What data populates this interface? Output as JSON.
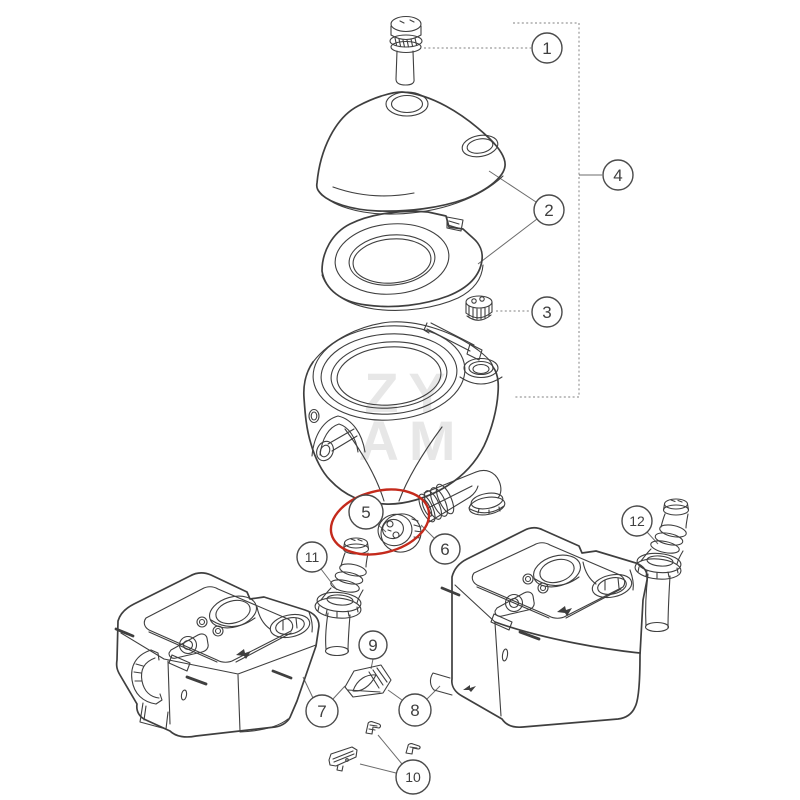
{
  "diagram": {
    "kind": "exploded parts diagram",
    "watermark": {
      "line1": "ZY",
      "line2": "AM"
    },
    "colors": {
      "background": "#ffffff",
      "line_art": "#3f3f3f",
      "leader_line": "#6b6b6b",
      "bracket_dotted": "#9a9a9a",
      "highlight_red": "#c42a1c",
      "watermark_gray": "#e7e7e7"
    },
    "highlighted_callout": "5",
    "callouts": [
      {
        "label": "1"
      },
      {
        "label": "2"
      },
      {
        "label": "3"
      },
      {
        "label": "4"
      },
      {
        "label": "5"
      },
      {
        "label": "6"
      },
      {
        "label": "7"
      },
      {
        "label": "8"
      },
      {
        "label": "9"
      },
      {
        "label": "10"
      },
      {
        "label": "11"
      },
      {
        "label": "12"
      }
    ]
  }
}
